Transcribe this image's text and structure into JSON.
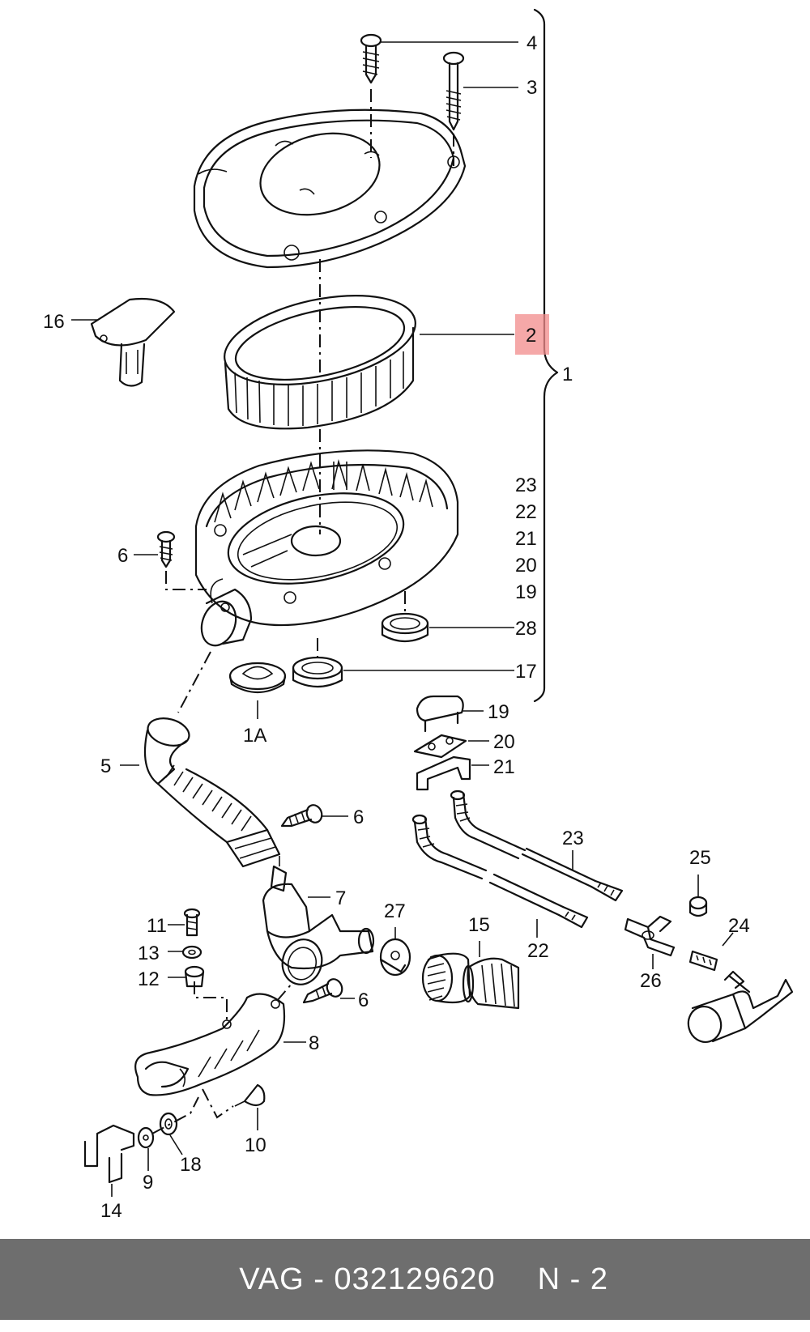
{
  "callouts": {
    "c1": "1",
    "c1A": "1A",
    "c2": "2",
    "c3": "3",
    "c4": "4",
    "c5": "5",
    "c6a": "6",
    "c6b": "6",
    "c6c": "6",
    "c7": "7",
    "c8": "8",
    "c9": "9",
    "c10": "10",
    "c11": "11",
    "c12": "12",
    "c13": "13",
    "c14": "14",
    "c15": "15",
    "c16": "16",
    "c17": "17",
    "c18": "18",
    "c19a": "19",
    "c19b": "19",
    "c20a": "20",
    "c20b": "20",
    "c21a": "21",
    "c21b": "21",
    "c22a": "22",
    "c22b": "22",
    "c23a": "23",
    "c23b": "23",
    "c24": "24",
    "c25": "25",
    "c26": "26",
    "c27": "27",
    "c28": "28"
  },
  "highlight": {
    "callout": "2",
    "color": "#f28b8b"
  },
  "footer": {
    "brand_part": "VAG - 032129620",
    "position": "N - 2",
    "background": "#6e6e6e"
  }
}
